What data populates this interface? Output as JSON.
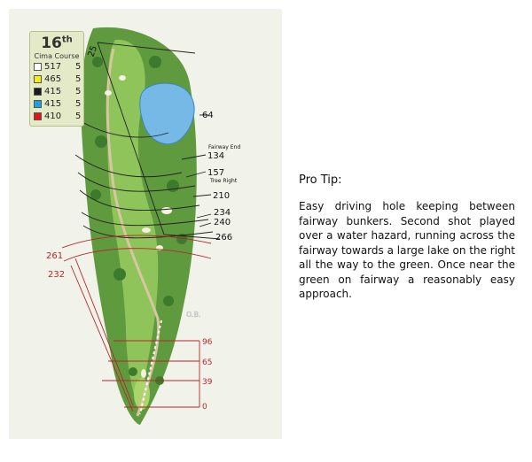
{
  "hole": {
    "number": "16",
    "suffix": "th",
    "course": "Cima Course"
  },
  "tees": [
    {
      "color": "#ffffff",
      "yards": "517",
      "par": "5"
    },
    {
      "color": "#f2ee1c",
      "yards": "465",
      "par": "5"
    },
    {
      "color": "#1a1a1a",
      "yards": "415",
      "par": "5"
    },
    {
      "color": "#1ba3e0",
      "yards": "415",
      "par": "5"
    },
    {
      "color": "#e0151b",
      "yards": "410",
      "par": "5"
    }
  ],
  "distances_black": {
    "d25": "25",
    "d64": "64",
    "fairway_end_label": "Fairway End",
    "d134": "134",
    "d157": "157",
    "tree_right_label": "Tree Right",
    "d210": "210",
    "d234": "234",
    "d240": "240",
    "d266": "266"
  },
  "distances_red": {
    "d261": "261",
    "d232": "232",
    "d96": "96",
    "d65": "65",
    "d39": "39",
    "d0": "0"
  },
  "ob_label": "O.B.",
  "pro_tip": {
    "title": "Pro Tip:",
    "body": "Easy driving hole keeping between fairway bunkers. Second shot played over a water hazard, running across the fairway towards a large lake on the right all the way to the green. Once near the green on fairway a reasonably easy approach."
  }
}
